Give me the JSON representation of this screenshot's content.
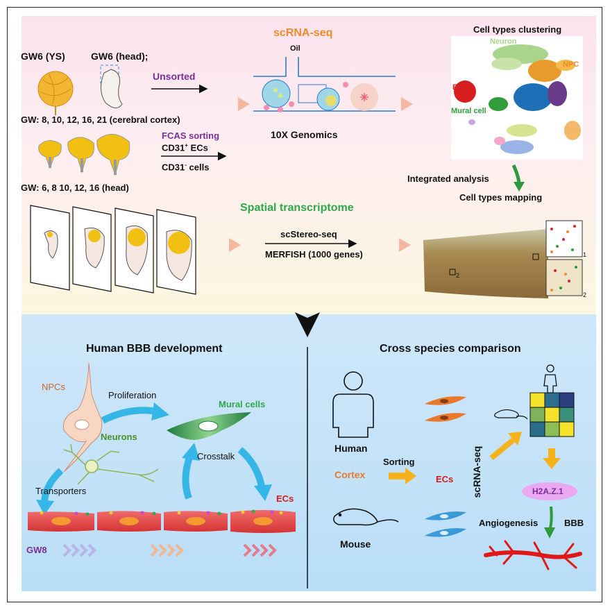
{
  "top": {
    "scrna_title": "scRNA-seq",
    "gw6_ys": "GW6 (YS)",
    "gw6_head": "GW6 (head);",
    "unsorted": "Unsorted",
    "oil": "Oil",
    "tenx": "10X Genomics",
    "gw_cortex": "GW: 8, 10, 12, 16, 21 (cerebral cortex)",
    "fcas": "FCAS sorting",
    "cd31_pos": "CD31",
    "cd31_pos_sup": "+",
    "cd31_pos_suffix": " ECs",
    "cd31_neg": "CD31",
    "cd31_neg_sup": "-",
    "cd31_neg_suffix": " cells",
    "gw_head": "GW: 6, 8 10, 12, 16 (head)",
    "clustering_title": "Cell types clustering",
    "cluster_labels": {
      "neuron": "Neuron",
      "npc": "NPC",
      "ec": "EC",
      "mural": "Mural cell"
    },
    "integrated": "Integrated analysis",
    "mapping": "Cell types mapping",
    "spatial_title": "Spatial transcriptome",
    "scstereo": "scStereo-seq",
    "merfish": "MERFISH (1000 genes)",
    "inset_1": "1",
    "inset_2": "2"
  },
  "bottom_left": {
    "title": "Human BBB development",
    "npcs": "NPCs",
    "proliferation": "Proliferation",
    "mural_cells": "Mural cells",
    "neurons": "Neurons",
    "crosstalk": "Crosstalk",
    "transporters": "Transporters",
    "ecs": "ECs",
    "gw8": "GW8"
  },
  "bottom_right": {
    "title": "Cross species comparison",
    "human": "Human",
    "cortex": "Cortex",
    "sorting": "Sorting",
    "ecs": "ECs",
    "scrna_vertical": "scRNA-seq",
    "mouse": "Mouse",
    "h2az1": "H2A.Z.1",
    "angiogenesis": "Angiogenesis",
    "bbb": "BBB"
  },
  "colors": {
    "orange": "#f08a2c",
    "green": "#2ea84b",
    "purple": "#7b2e9a",
    "red": "#d41a1a",
    "brown": "#c7692a",
    "olive": "#4f8f2a",
    "arrow_blue": "#36b6e6",
    "arrow_yellow": "#f5b21b"
  },
  "heatmap_colors": [
    "#f4e32a",
    "#2c6e8f",
    "#2b3f80",
    "#7fb25a",
    "#f4e32a",
    "#3a8f7a",
    "#2a6d8a",
    "#8dbd57",
    "#f4e32a"
  ]
}
